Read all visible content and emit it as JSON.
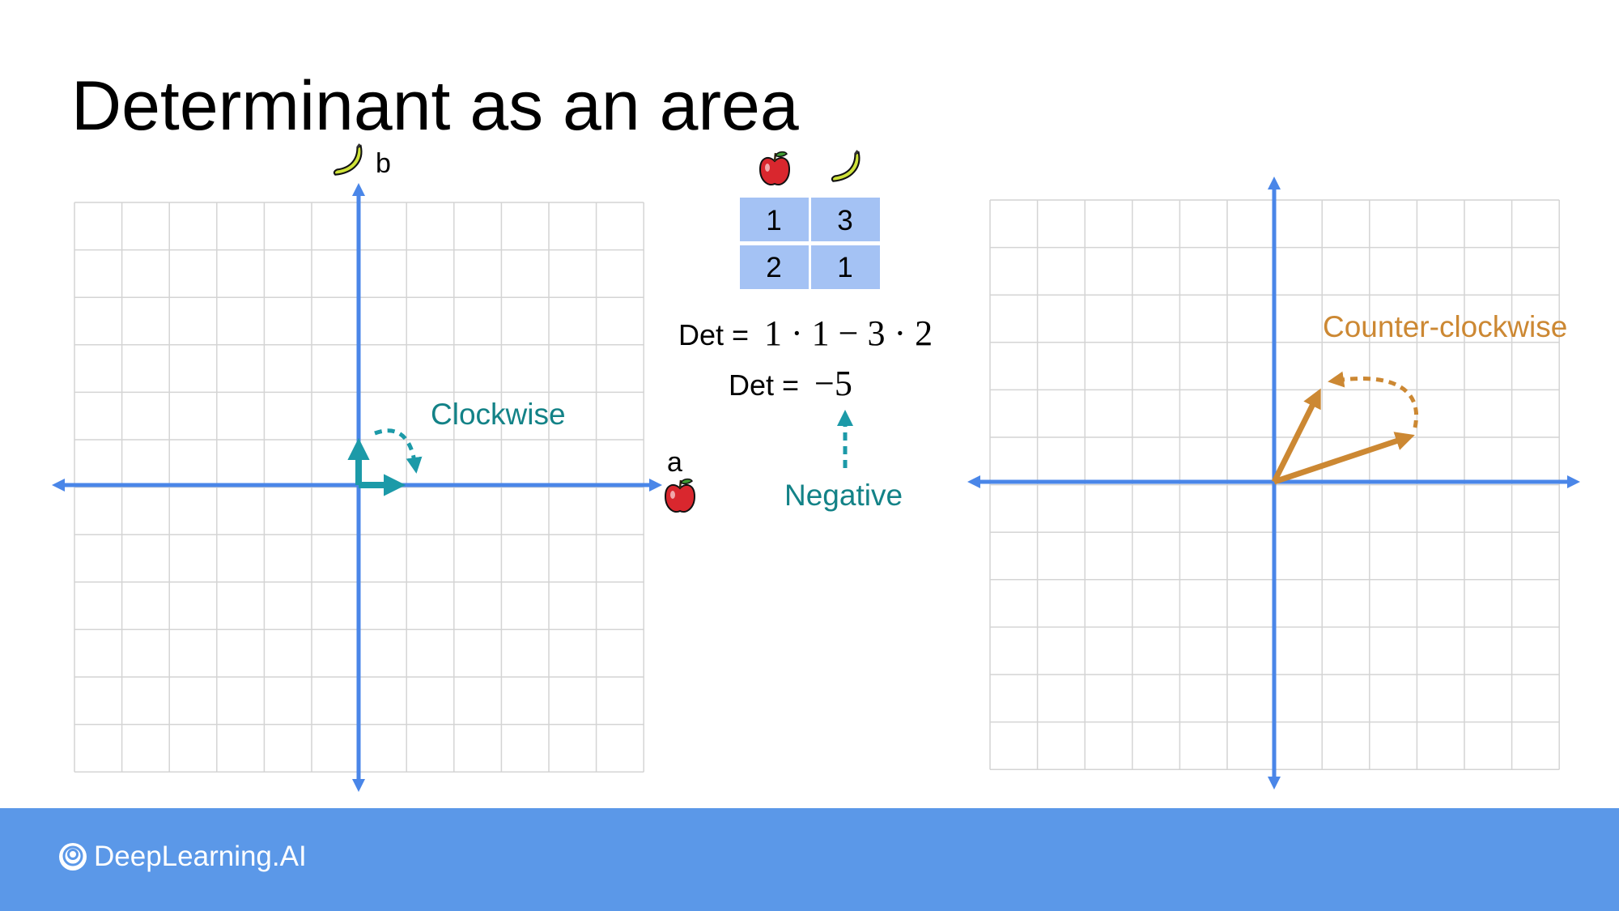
{
  "title": "Determinant as an area",
  "colors": {
    "axis": "#4a86e8",
    "grid": "#d4d4d4",
    "teal": "#1c9aa8",
    "teal_text": "#138287",
    "orange": "#cc8833",
    "matrix_cell": "#a4c2f4",
    "footer": "#5b98e8"
  },
  "icons": {
    "a": "apple-icon",
    "b": "banana-icon"
  },
  "left_plot": {
    "x_axis_label": "a",
    "y_axis_label": "b",
    "rotation_label": "Clockwise",
    "vectors": [
      [
        1,
        0
      ],
      [
        0,
        1
      ]
    ]
  },
  "right_plot": {
    "rotation_label": "Counter-clockwise",
    "vectors": [
      [
        3,
        1
      ],
      [
        1,
        2
      ]
    ]
  },
  "matrix": [
    [
      "1",
      "3"
    ],
    [
      "2",
      "1"
    ]
  ],
  "det_label": "Det =",
  "det_expression": "1 · 1 − 3 · 2",
  "det_value": "−5",
  "sign_label": "Negative",
  "footer": {
    "brand": "DeepLearning.AI"
  }
}
